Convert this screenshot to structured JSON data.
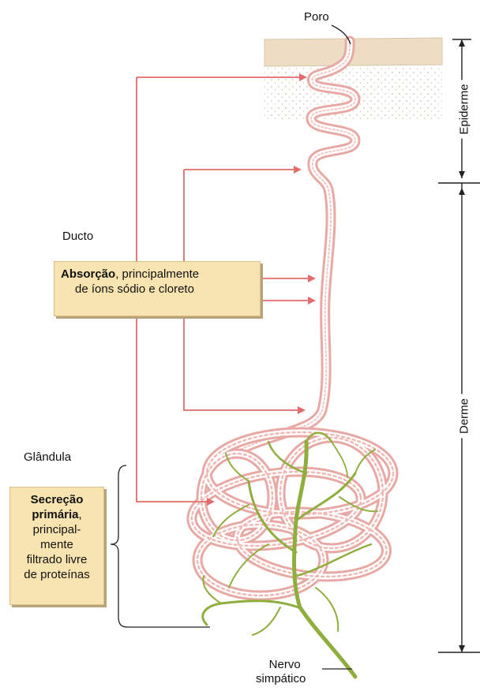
{
  "labels": {
    "poro": "Poro",
    "ducto": "Ducto",
    "glandula": "Glândula",
    "nervo_line1": "Nervo",
    "nervo_line2": "simpático",
    "epiderme": "Epiderme",
    "derme": "Derme"
  },
  "absorcao_box": {
    "bold": "Absorção",
    "line1_rest": ", principalmente",
    "line2": "de íons sódio e cloreto"
  },
  "secrecao_box": {
    "line1": "Secreção",
    "line2_bold": "primária",
    "line2_rest": ",",
    "line3": "principal-",
    "line4": "mente",
    "line5": "filtrado livre",
    "line6": "de proteínas"
  },
  "colors": {
    "skin": "#eedcc4",
    "duct": "#e8847f",
    "arrow": "#e36c6c",
    "nerve": "#8fae3e",
    "box": "#f7e4b0"
  }
}
